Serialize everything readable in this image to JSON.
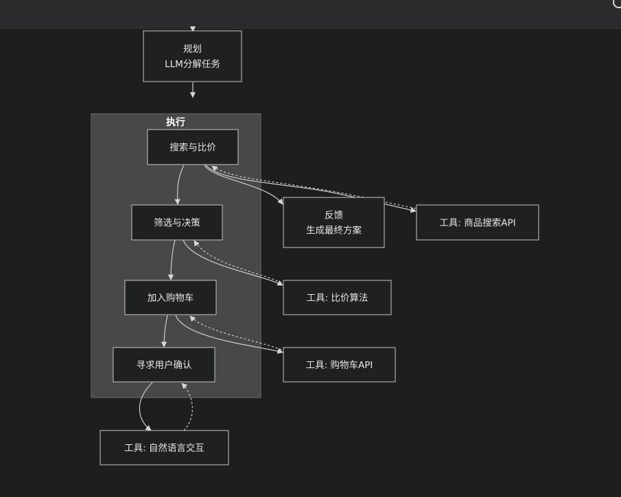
{
  "diagram": {
    "nodes": {
      "plan": {
        "lines": [
          "规划",
          "LLM分解任务"
        ]
      },
      "search": {
        "lines": [
          "搜索与比价"
        ]
      },
      "filter": {
        "lines": [
          "筛选与决策"
        ]
      },
      "cart": {
        "lines": [
          "加入购物车"
        ]
      },
      "confirm": {
        "lines": [
          "寻求用户确认"
        ]
      },
      "feedback": {
        "lines": [
          "反馈",
          "生成最终方案"
        ]
      },
      "tool_search": {
        "lines": [
          "工具: 商品搜索API"
        ]
      },
      "tool_compare": {
        "lines": [
          "工具: 比价算法"
        ]
      },
      "tool_cart": {
        "lines": [
          "工具: 购物车API"
        ]
      },
      "tool_nl": {
        "lines": [
          "工具: 自然语言交互"
        ]
      }
    },
    "cluster": {
      "title": "执行"
    },
    "edges": [
      {
        "from": "plan",
        "to": "search",
        "style": "solid"
      },
      {
        "from": "search",
        "to": "filter",
        "style": "solid"
      },
      {
        "from": "filter",
        "to": "cart",
        "style": "solid"
      },
      {
        "from": "cart",
        "to": "confirm",
        "style": "solid"
      },
      {
        "from": "search",
        "to": "feedback",
        "style": "solid"
      },
      {
        "from": "search",
        "to": "tool_search",
        "style": "solid"
      },
      {
        "from": "tool_search",
        "to": "search",
        "style": "dashed"
      },
      {
        "from": "filter",
        "to": "tool_compare",
        "style": "solid"
      },
      {
        "from": "tool_compare",
        "to": "filter",
        "style": "dashed"
      },
      {
        "from": "cart",
        "to": "tool_cart",
        "style": "solid"
      },
      {
        "from": "tool_cart",
        "to": "cart",
        "style": "dashed"
      },
      {
        "from": "confirm",
        "to": "tool_nl",
        "style": "solid"
      },
      {
        "from": "tool_nl",
        "to": "confirm",
        "style": "dashed"
      }
    ]
  },
  "colors": {
    "background": "#1e1e1e",
    "top_bar": "#2a2b2d",
    "node_fill": "#1f2020",
    "node_stroke": "#c8c8c8",
    "cluster_fill": "#474847",
    "cluster_stroke": "#6a6a6a",
    "edge": "#cfcfcf"
  }
}
